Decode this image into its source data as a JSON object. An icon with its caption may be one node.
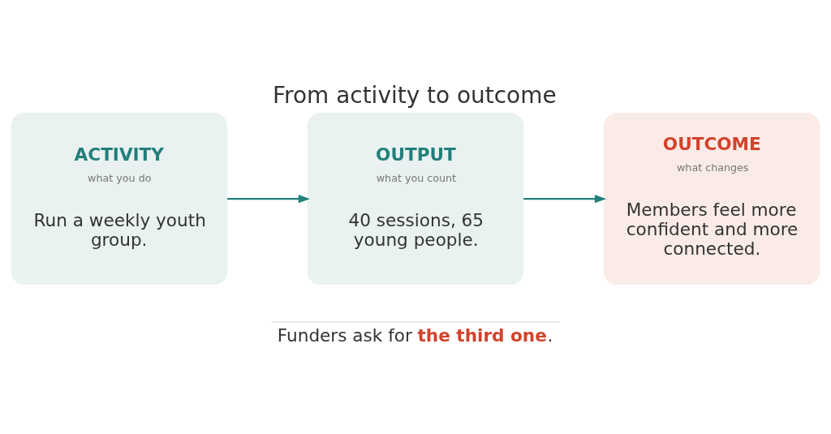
{
  "diagram": {
    "title": "From activity to outcome",
    "caption": "Funders ask for **the third one**.",
    "nodes": [
      {
        "text": [
          "ACTIVITY",
          "what you do",
          "Run a weekly youth group."
        ]
      },
      {
        "text": [
          "OUTPUT",
          "what you count",
          "40 sessions, 65 young people."
        ]
      },
      {
        "text": [
          "OUTCOME",
          "what changes",
          "Members feel more confident and more connected."
        ]
      }
    ],
    "edges": [
      {
        "from": 0,
        "to": 1,
        "arrow": "to"
      },
      {
        "from": 1,
        "to": 2,
        "arrow": "to"
      }
    ]
  }
}
